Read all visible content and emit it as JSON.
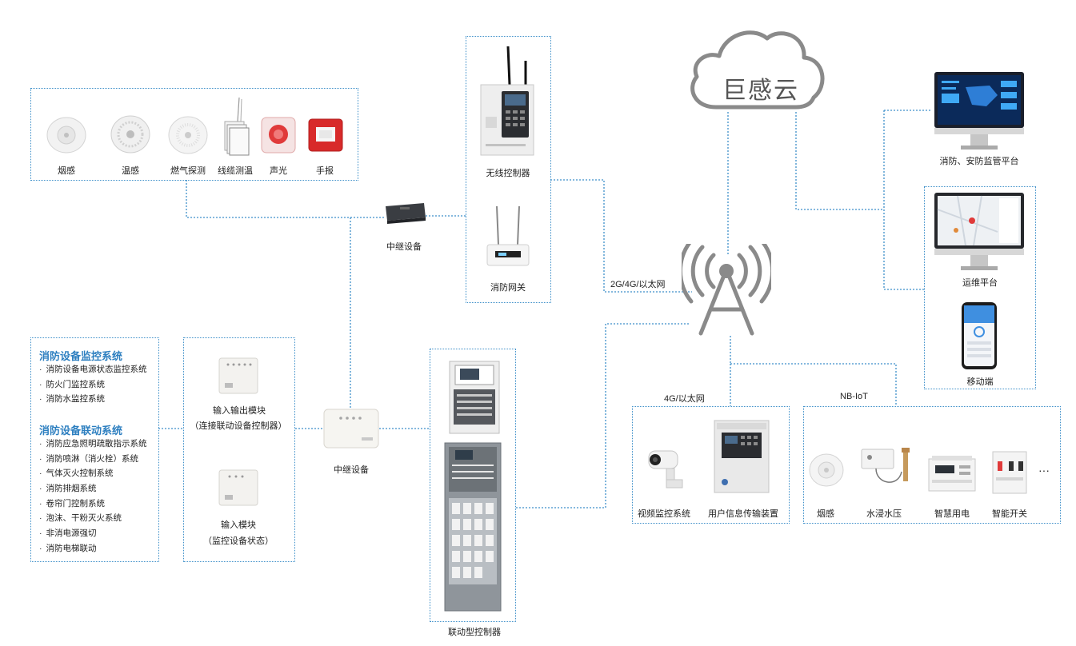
{
  "cloud": {
    "label": "巨感云"
  },
  "sensors": {
    "items": [
      {
        "label": "烟感"
      },
      {
        "label": "温感"
      },
      {
        "label": "燃气探测"
      },
      {
        "label": "线缆测温"
      },
      {
        "label": "声光"
      },
      {
        "label": "手报"
      }
    ]
  },
  "relay_top": {
    "label": "中继设备"
  },
  "controllers": {
    "wireless": {
      "label": "无线控制器"
    },
    "gateway": {
      "label": "消防网关"
    }
  },
  "network": {
    "link_label": "2G/4G/以太网"
  },
  "platforms": {
    "supervision": {
      "label": "消防、安防监管平台"
    },
    "ops": {
      "label": "运维平台"
    },
    "mobile": {
      "label": "移动端"
    }
  },
  "systems": {
    "monitor": {
      "title": "消防设备监控系统",
      "items": [
        "消防设备电源状态监控系统",
        "防火门监控系统",
        "消防水监控系统"
      ]
    },
    "linkage": {
      "title": "消防设备联动系统",
      "items": [
        "消防应急照明疏散指示系统",
        "消防喷淋（消火栓）系统",
        "气体灭火控制系统",
        "消防排烟系统",
        "卷帘门控制系统",
        "泡沫、干粉灭火系统",
        "非消电源强切",
        "消防电梯联动"
      ]
    }
  },
  "modules": {
    "io": {
      "label": "输入输出模块",
      "note": "（连接联动设备控制器）"
    },
    "input": {
      "label": "输入模块",
      "note": "（监控设备状态）"
    }
  },
  "relay_mid": {
    "label": "中继设备"
  },
  "linkage_controller": {
    "label": "联动型控制器"
  },
  "branch_4g": {
    "label": "4G/以太网",
    "items": [
      {
        "label": "视频监控系统"
      },
      {
        "label": "用户信息传输装置"
      }
    ]
  },
  "branch_nb": {
    "label": "NB-IoT",
    "items": [
      {
        "label": "烟感"
      },
      {
        "label": "水浸水压"
      },
      {
        "label": "智慧用电"
      },
      {
        "label": "智能开关"
      }
    ],
    "more": "···"
  },
  "colors": {
    "line": "#3d8fc9",
    "title": "#2d7fc0",
    "alarm_red": "#e03a3a"
  }
}
